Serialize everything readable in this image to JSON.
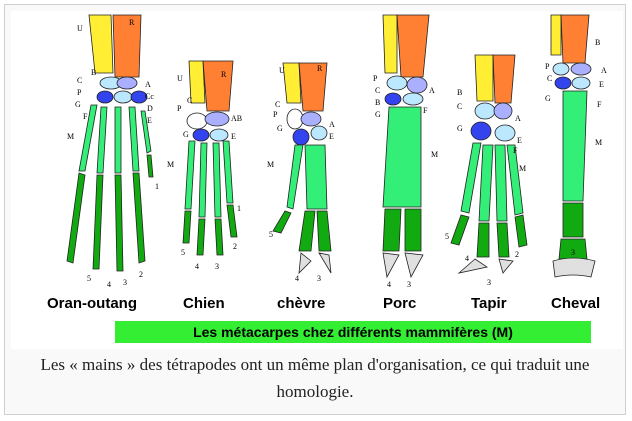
{
  "species": [
    {
      "name": "Oran-outang",
      "digits": [
        "5",
        "4",
        "3",
        "2",
        "1"
      ]
    },
    {
      "name": "Chien",
      "digits": [
        "4",
        "3",
        "2",
        "5",
        "1"
      ]
    },
    {
      "name": "chèvre",
      "digits": [
        "5",
        "4",
        "3"
      ]
    },
    {
      "name": "Porc",
      "digits": [
        "4",
        "3"
      ]
    },
    {
      "name": "Tapir",
      "digits": [
        "5",
        "4",
        "3",
        "2"
      ]
    },
    {
      "name": "Cheval",
      "digits": [
        "3"
      ]
    }
  ],
  "bone_letters": {
    "oran": [
      "U",
      "R",
      "C",
      "B",
      "A",
      "P",
      "Cc",
      "G",
      "D",
      "F",
      "E",
      "M"
    ],
    "chien": [
      "U",
      "R",
      "P",
      "C",
      "AB",
      "G",
      "E",
      "M"
    ],
    "chevre": [
      "U",
      "R",
      "C",
      "P",
      "A",
      "G",
      "E",
      "M"
    ],
    "porc": [
      "P",
      "C",
      "B",
      "A",
      "G",
      "F",
      "M"
    ],
    "tapir": [
      "B",
      "C",
      "A",
      "G",
      "E",
      "F",
      "M"
    ],
    "cheval": [
      "B",
      "P",
      "A",
      "C",
      "E",
      "G",
      "F",
      "M"
    ]
  },
  "title": "Les métacarpes chez différents mammifères  (M)",
  "caption": "Les « mains » des tétrapodes ont un même plan d'organisation, ce qui traduit une homologie.",
  "colors": {
    "ulna": "#ffee33",
    "radius": "#ff8033",
    "carpal_blue": "#3344ee",
    "carpal_light": "#bbe8ff",
    "carpal_violet": "#aab0ff",
    "bone_green": "#33ee77",
    "phalanx_green": "#11aa11",
    "hoof": "#e0e0e0"
  }
}
